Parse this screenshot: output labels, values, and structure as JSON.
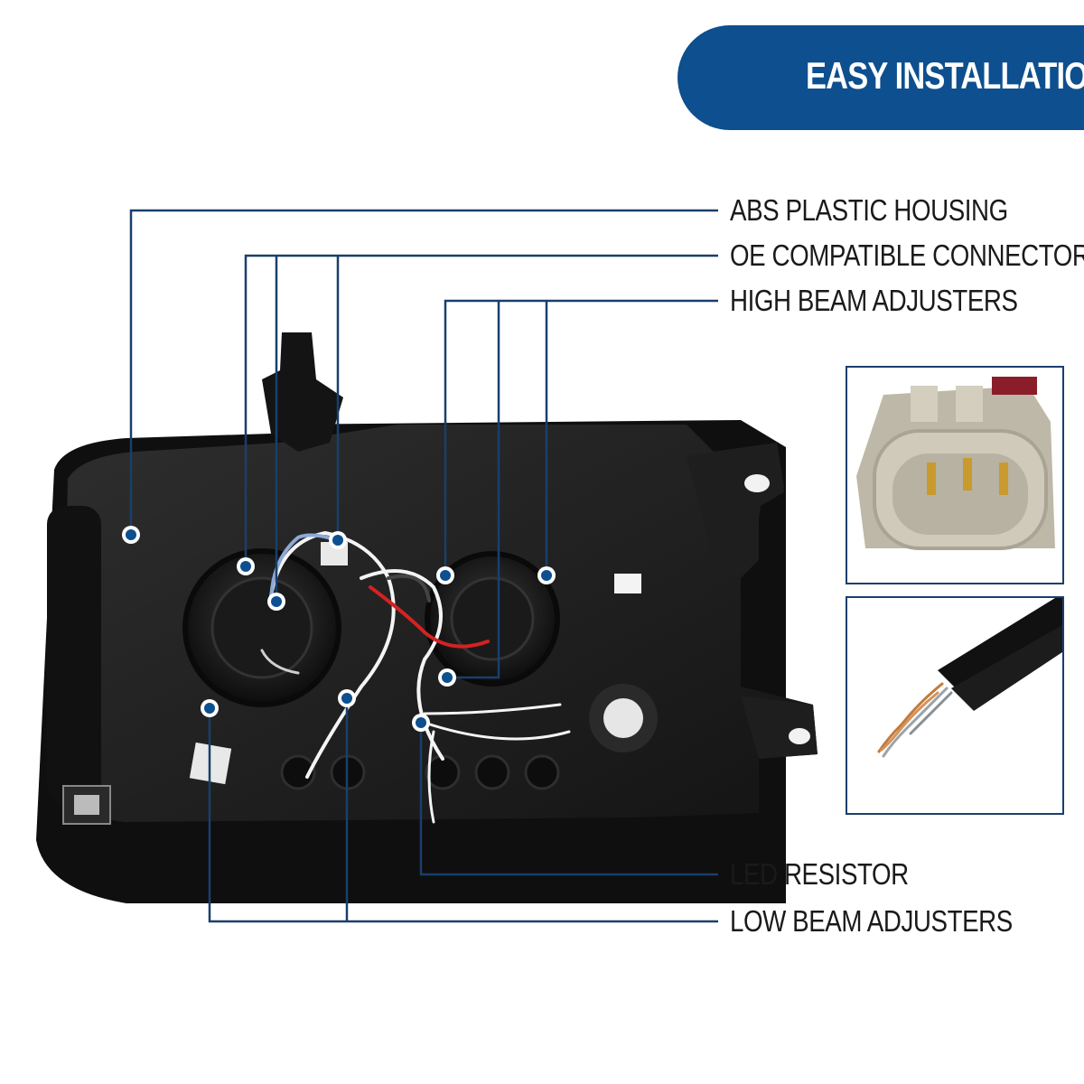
{
  "banner": {
    "title": "EASY INSTALLATION"
  },
  "callouts": [
    {
      "id": "abs",
      "label": "ABS PLASTIC HOUSING"
    },
    {
      "id": "oe",
      "label": "OE COMPATIBLE CONNECTORS"
    },
    {
      "id": "high",
      "label": "HIGH BEAM ADJUSTERS"
    },
    {
      "id": "led",
      "label": "LED RESISTOR"
    },
    {
      "id": "low",
      "label": "LOW BEAM ADJUSTERS"
    }
  ],
  "colors": {
    "brand": "#0d4f8f",
    "leader": "#1a3f6b",
    "housing": "#1c1c1c"
  },
  "insets": [
    {
      "name": "connector-plug-photo"
    },
    {
      "name": "wire-strands-photo"
    }
  ]
}
